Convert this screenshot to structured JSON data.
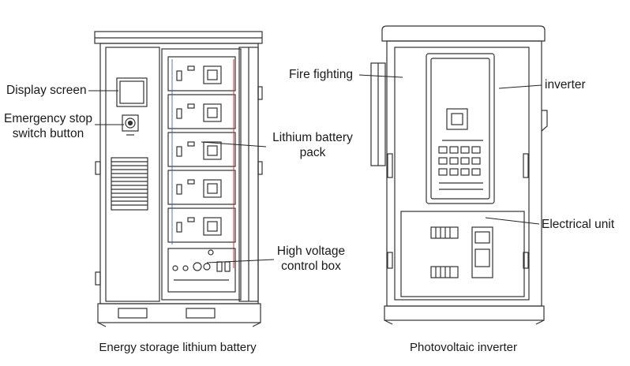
{
  "left_unit": {
    "caption": "Energy storage lithium battery",
    "labels": {
      "display_screen": "Display screen",
      "emergency_stop_line1": "Emergency stop",
      "emergency_stop_line2": "switch button",
      "battery_pack_line1": "Lithium battery",
      "battery_pack_line2": "pack",
      "hv_box_line1": "High voltage",
      "hv_box_line2": "control box"
    }
  },
  "right_unit": {
    "caption": "Photovoltaic inverter",
    "labels": {
      "fire_fighting": "Fire fighting",
      "inverter": "inverter",
      "electrical_unit": "Electrical unit"
    }
  },
  "colors": {
    "line": "#333333",
    "wire_red": "#cc3333",
    "wire_blue": "#3355aa"
  }
}
